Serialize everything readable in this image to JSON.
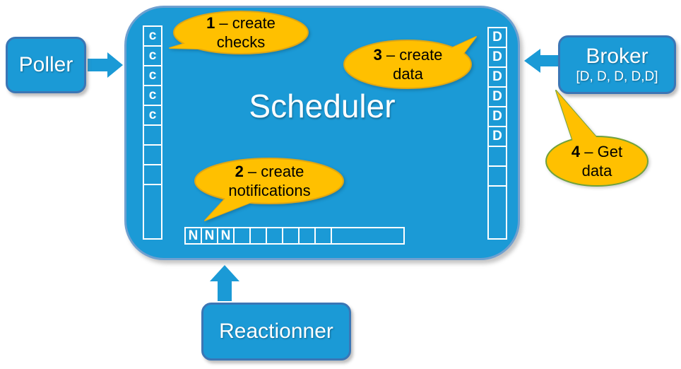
{
  "colors": {
    "blue_fill": "#1B9AD6",
    "node_border": "#3B76B5",
    "scheduler_border": "#6FA0D0",
    "callout_fill": "#FFC000",
    "callout_border_gold": "#DFA614",
    "callout_border_green": "#6FA13C",
    "text_white": "#FFFFFF",
    "text_black": "#000000"
  },
  "scheduler": {
    "title": "Scheduler"
  },
  "nodes": {
    "poller": {
      "label": "Poller"
    },
    "broker": {
      "label": "Broker",
      "contents": "[D, D, D, D,D]"
    },
    "reactionner": {
      "label": "Reactionner"
    }
  },
  "queues": {
    "checks": {
      "cells": [
        "c",
        "c",
        "c",
        "c",
        "c",
        "",
        "",
        "",
        ""
      ]
    },
    "data": {
      "cells": [
        "D",
        "D",
        "D",
        "D",
        "D",
        "D",
        "",
        "",
        ""
      ]
    },
    "notifications": {
      "cells": [
        "N",
        "N",
        "N",
        "",
        "",
        "",
        "",
        "",
        "",
        ""
      ]
    }
  },
  "callouts": {
    "c1": {
      "number": "1",
      "rest": " – create",
      "line2": "checks"
    },
    "c2": {
      "number": "2",
      "rest": " – create",
      "line2": "notifications"
    },
    "c3": {
      "number": "3",
      "rest": " – create",
      "line2": "data"
    },
    "c4": {
      "number": "4",
      "rest": " – Get",
      "line2": "data"
    }
  }
}
